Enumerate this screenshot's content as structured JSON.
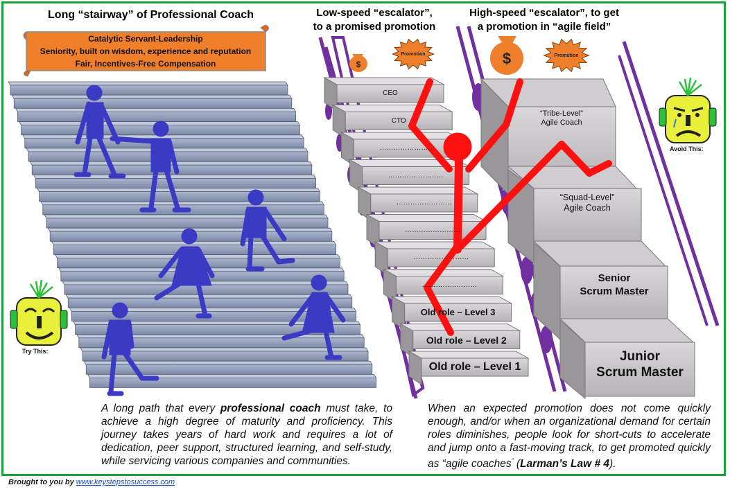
{
  "titles": {
    "stairway": "Long “stairway” of Professional Coach",
    "low_speed_line1": "Low-speed “escalator”,",
    "low_speed_line2": "to a promised promotion",
    "high_speed_line1": "High-speed “escalator”, to get",
    "high_speed_line2": "a promotion in “agile field”"
  },
  "banner": {
    "line1": "Catalytic Servant-Leadership",
    "line2": "Seniority, built on wisdom, experience and reputation",
    "line3": "Fair, Incentives-Free Compensation"
  },
  "bag_symbol": "$",
  "promotion_badge": "Promotion",
  "low_escalator_steps": [
    "CEO",
    "CTO",
    "……………………",
    "……………………",
    "……………………",
    "……………………",
    "……………………",
    "……………………",
    "Old role – Level 3",
    "Old role – Level 2",
    "Old role – Level 1"
  ],
  "high_escalator": {
    "tribe_line1": "“Tribe-Level”",
    "tribe_line2": "Agile Coach",
    "squad_line1": "“Squad-Level”",
    "squad_line2": "Agile Coach",
    "senior_line1": "Senior",
    "senior_line2": "Scrum Master",
    "junior_line1": "Junior",
    "junior_line2": "Scrum Master"
  },
  "faces": {
    "try": "Try This:",
    "avoid": "Avoid This:"
  },
  "left_paragraph": {
    "before": "A long path that every ",
    "bold": "professional coach",
    "after": " must take, to achieve a high degree of maturity and proficiency. This journey takes years of hard work and requires a lot of dedication, peer support, structured learning, and self-study, while servicing various companies and communities."
  },
  "right_paragraph": {
    "before": "When an expected promotion does not come quickly enough, and/or when an organizational demand for certain roles diminishes, people look for short-cuts to accelerate and jump onto a fast-moving track, to get promoted quickly as “agile coaches",
    "mark": "”",
    "middle": " (",
    "bold": "Larman’s Law # 4",
    "after": ")."
  },
  "credit": {
    "prefix": "Brought to you by ",
    "link": "www.keystepstosuccess.com"
  },
  "colors": {
    "frame": "#1aa33a",
    "stairs": "#8f9cb8",
    "figures_blue": "#3a3ac4",
    "figure_red": "#ff1010",
    "banner": "#f07f2c",
    "rail": "#7030a0",
    "face": "#e8f03a"
  }
}
